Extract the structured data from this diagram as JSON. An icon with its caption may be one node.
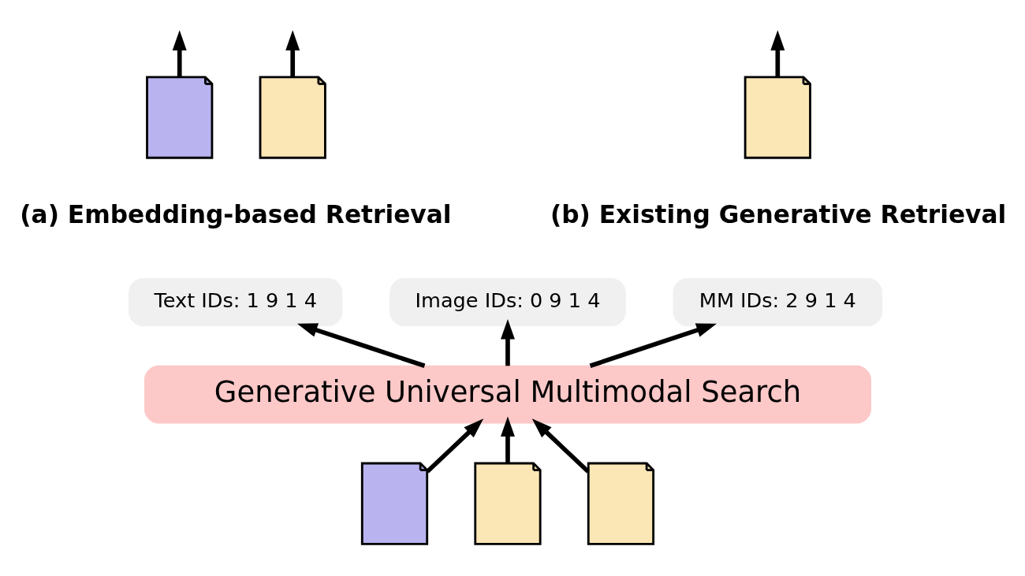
{
  "diagram": {
    "nodes": [
      {
        "text": [],
        "shape": "picture"
      },
      {
        "text": [],
        "shape": "picture"
      },
      {
        "text": [],
        "shape": "picture"
      },
      {
        "text": [
          "Text IDs: 1 9 1 4"
        ]
      },
      {
        "text": [
          "Image IDs: 0 9 1 4"
        ]
      },
      {
        "text": [
          "MM IDs: 2 9 1 4"
        ]
      },
      {
        "text": [
          "Generative Universal Multimodal Search"
        ]
      },
      {
        "text": [],
        "shape": "picture"
      },
      {
        "text": [],
        "shape": "picture"
      },
      {
        "text": [],
        "shape": "picture"
      }
    ],
    "edges": [
      {
        "from": 0,
        "to": null,
        "arrow": "to"
      },
      {
        "from": 1,
        "to": null,
        "arrow": "to"
      },
      {
        "from": 2,
        "to": null,
        "arrow": "to"
      },
      {
        "from": 6,
        "to": 3,
        "arrow": "to"
      },
      {
        "from": 6,
        "to": 4,
        "arrow": "to"
      },
      {
        "from": 6,
        "to": 5,
        "arrow": "to"
      },
      {
        "from": 7,
        "to": 6,
        "arrow": "to"
      },
      {
        "from": 8,
        "to": 6,
        "arrow": "to"
      },
      {
        "from": 9,
        "to": 6,
        "arrow": "to"
      }
    ],
    "labels": [
      "(a) Embedding-based Retrieval",
      "(b) Existing Generative Retrieval"
    ]
  }
}
